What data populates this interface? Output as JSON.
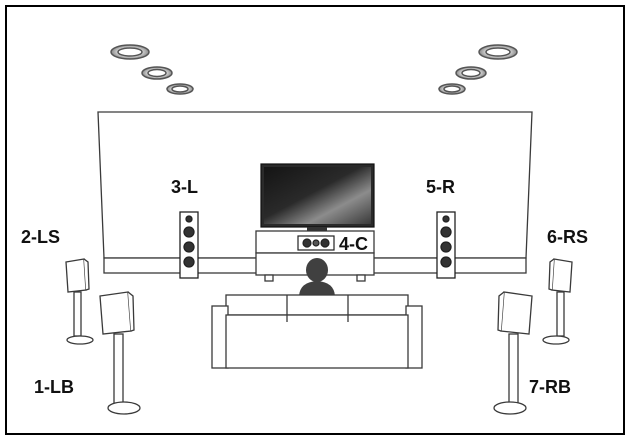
{
  "speakers": {
    "left_back": "1-LB",
    "left_surround": "2-LS",
    "left_front": "3-L",
    "center": "4-C",
    "right_front": "5-R",
    "right_surround": "6-RS",
    "right_back": "7-RB"
  },
  "colors": {
    "line": "#3a3a3a",
    "frame": "#000000",
    "speaker_fill": "#ffffff",
    "tv_screen_dark": "#1e1e1e",
    "tv_screen_light": "#9a9a9a",
    "listener": "#404040",
    "ceiling_speaker": "#8a8a8a"
  },
  "icons": {
    "ceiling_speakers": "ceiling-speaker-icon",
    "tv": "tv-icon",
    "listener": "person-icon",
    "sofa": "sofa-icon"
  }
}
